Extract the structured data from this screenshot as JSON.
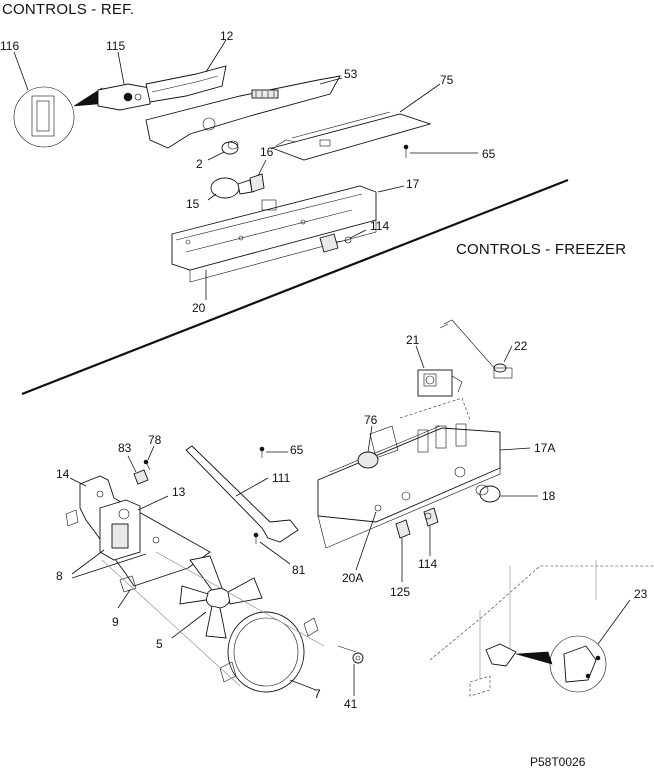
{
  "titles": {
    "refrigerator": "CONTROLS  -  REF.",
    "freezer": "CONTROLS  -  FREEZER"
  },
  "drawing_code": "P58T0026",
  "ref_labels": {
    "p116": "116",
    "p115": "115",
    "p12": "12",
    "p53": "53",
    "p75": "75",
    "p2": "2",
    "p16": "16",
    "p65": "65",
    "p15": "15",
    "p17": "17",
    "p114": "114",
    "p20": "20"
  },
  "freezer_labels": {
    "p21": "21",
    "p22": "22",
    "p76": "76",
    "p83": "83",
    "p78": "78",
    "p65": "65",
    "p17A": "17A",
    "p14": "14",
    "p13": "13",
    "p111": "111",
    "p18": "18",
    "p8": "8",
    "p81": "81",
    "p20A": "20A",
    "p114": "114",
    "p125": "125",
    "p9": "9",
    "p23": "23",
    "p5": "5",
    "p7": "7",
    "p41": "41"
  }
}
